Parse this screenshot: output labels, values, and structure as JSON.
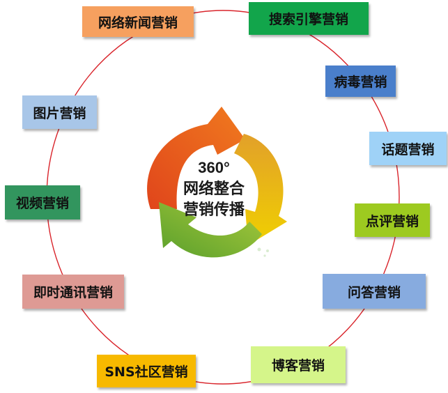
{
  "center": {
    "line1": "360°",
    "line2": "网络整合",
    "line3": "营销传播"
  },
  "items": [
    {
      "id": "network-news",
      "label": "网络新闻营销",
      "color": "#f6a05f"
    },
    {
      "id": "search-engine",
      "label": "搜索引擎营销",
      "color": "#12a54b"
    },
    {
      "id": "virus",
      "label": "病毒营销",
      "color": "#4a7fcb"
    },
    {
      "id": "topic",
      "label": "话题营销",
      "color": "#9fd2f7"
    },
    {
      "id": "review",
      "label": "点评营销",
      "color": "#9dca20"
    },
    {
      "id": "qa",
      "label": "问答营销",
      "color": "#87abdf"
    },
    {
      "id": "blog",
      "label": "博客营销",
      "color": "#d5f58a"
    },
    {
      "id": "sns",
      "label": "SNS社区营销",
      "color": "#f7b900"
    },
    {
      "id": "im",
      "label": "即时通讯营销",
      "color": "#de9a94"
    },
    {
      "id": "video",
      "label": "视频营销",
      "color": "#32955e"
    },
    {
      "id": "image",
      "label": "图片营销",
      "color": "#a8c6e8"
    }
  ],
  "colors": {
    "ring": "#d9242b",
    "arrow_orange": "#ec6a1c",
    "arrow_yellow": "#e8b71a",
    "arrow_green": "#78b223"
  }
}
